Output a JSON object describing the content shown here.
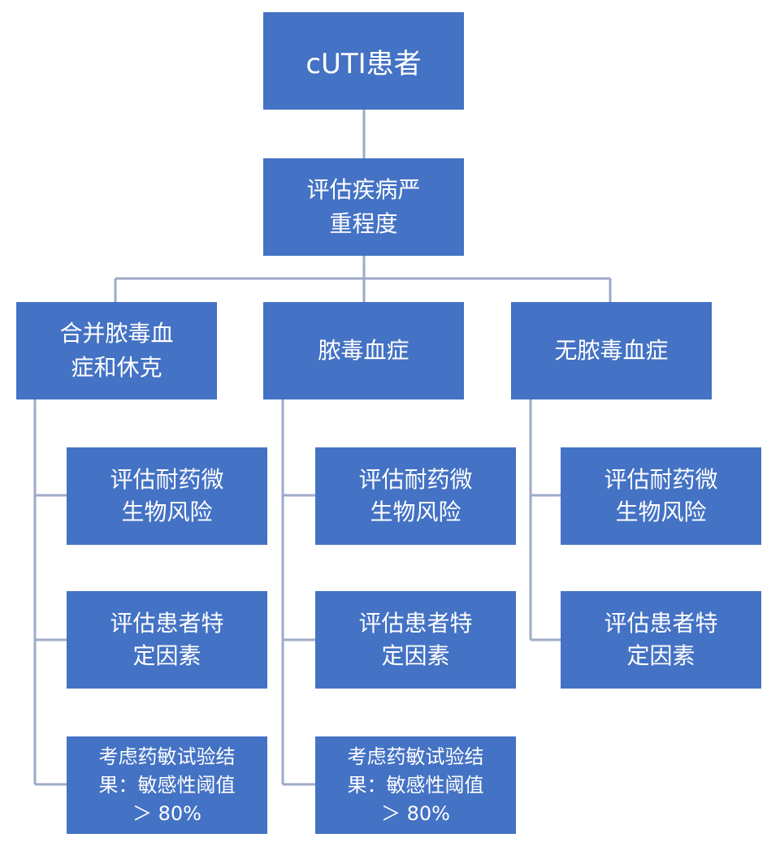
{
  "root": "cUTI患者",
  "assess_severity": [
    "评估疾病严",
    "重程度"
  ],
  "categories": [
    {
      "label": [
        "合并脓毒血",
        "症和休克"
      ],
      "leaves": [
        [
          "评估耐药微",
          "生物风险"
        ],
        [
          "评估患者特",
          "定因素"
        ],
        [
          "考虑药敏试验结",
          "果：敏感性阈值",
          "＞ 80%"
        ]
      ]
    },
    {
      "label": [
        "脓毒血症"
      ],
      "leaves": [
        [
          "评估耐药微",
          "生物风险"
        ],
        [
          "评估患者特",
          "定因素"
        ],
        [
          "考虑药敏试验结",
          "果：敏感性阈值",
          "＞ 80%"
        ]
      ]
    },
    {
      "label": [
        "无脓毒血症"
      ],
      "leaves": [
        [
          "评估耐药微",
          "生物风险"
        ],
        [
          "评估患者特",
          "定因素"
        ]
      ]
    }
  ],
  "colors": {
    "box_fill": "#4472C4",
    "connector": "#9EAAC9",
    "text": "#FFFFFF"
  }
}
